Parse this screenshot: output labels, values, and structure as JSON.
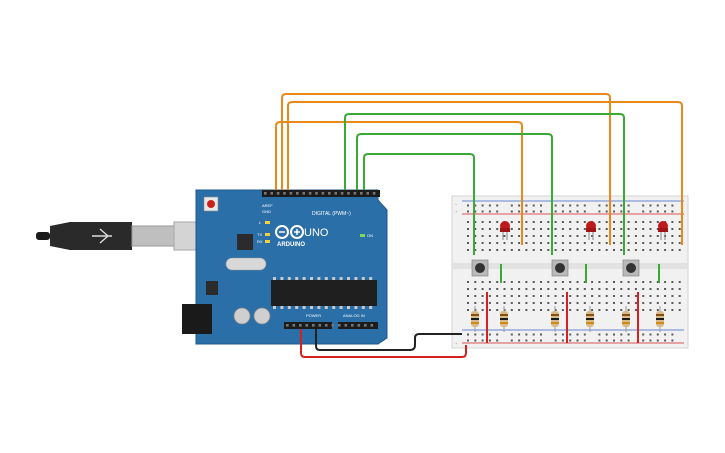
{
  "board": {
    "brand": "ARDUINO",
    "model": "UNO",
    "digital_label": "DIGITAL (PWM~)",
    "power_label": "POWER",
    "analog_label": "ANALOG IN",
    "led_l": "L",
    "led_tx": "TX",
    "led_rx": "RX",
    "on_label": "ON",
    "aref": "AREF",
    "gnd": "GND"
  },
  "colors": {
    "board": "#2a6fa8",
    "wire_orange": "#e8891a",
    "wire_green": "#3aa935",
    "wire_red": "#d62020",
    "wire_black": "#222222",
    "breadboard": "#f1f1f1",
    "led_red": "#c0191b"
  }
}
